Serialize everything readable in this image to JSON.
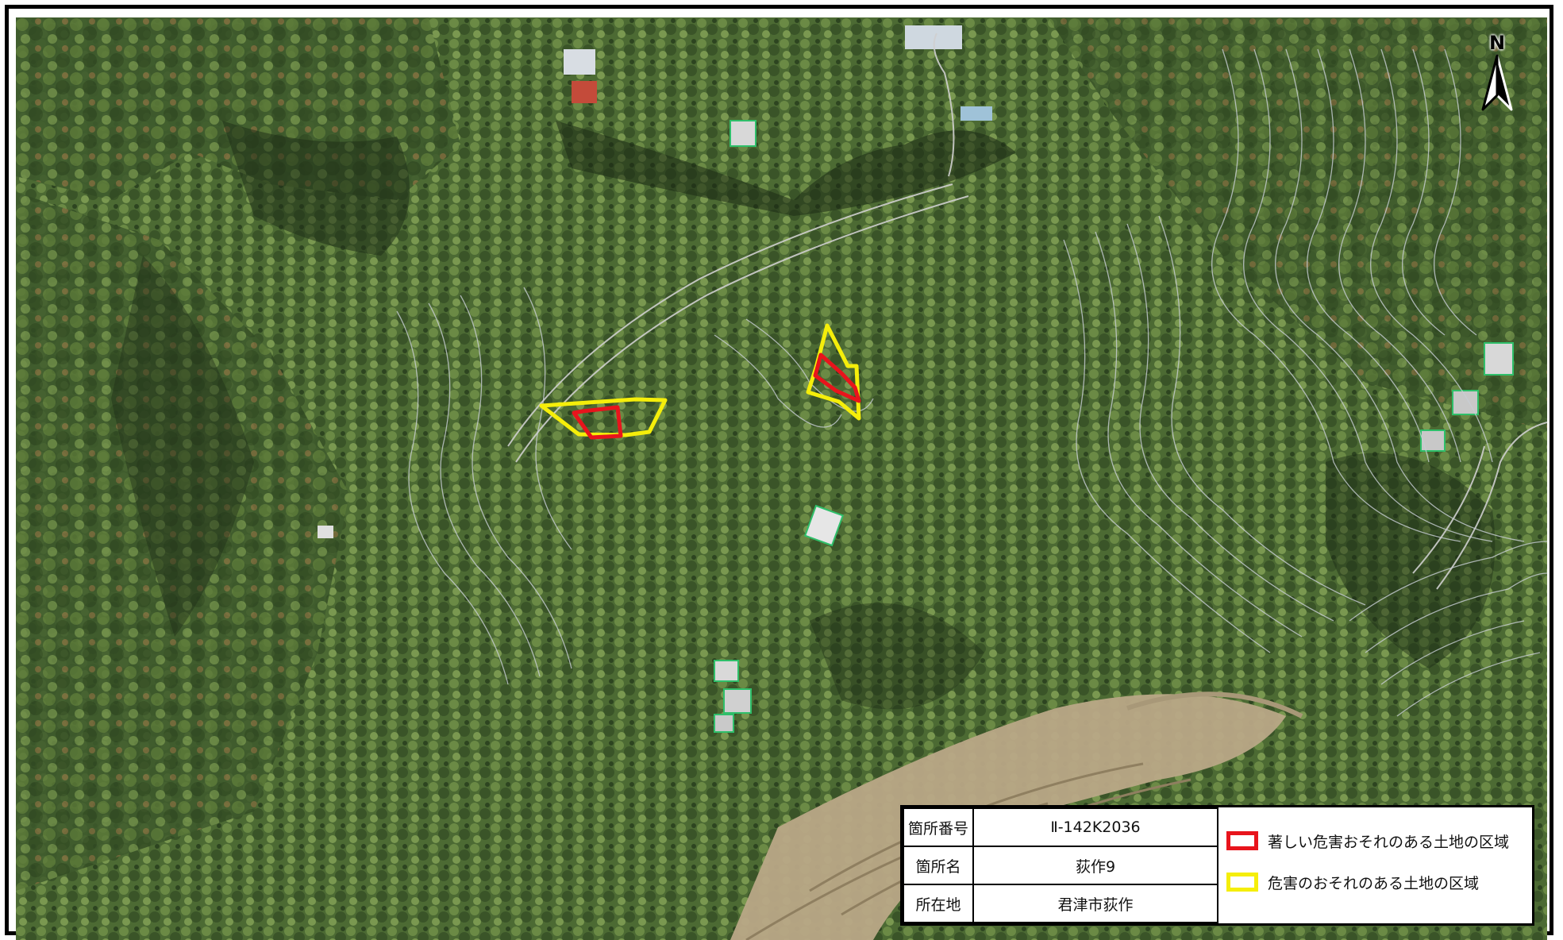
{
  "colors": {
    "severe_zone": "#e8141c",
    "hazard_zone": "#f5ee0a",
    "building_outline": "#2fbf6a",
    "contour": "#c9cfd6"
  },
  "north_arrow": {
    "label": "N",
    "icon": "north-arrow-icon"
  },
  "info_table": {
    "rows": [
      {
        "label": "箇所番号",
        "value": "Ⅱ-142K2036"
      },
      {
        "label": "箇所名",
        "value": "荻作9"
      },
      {
        "label": "所在地",
        "value": "君津市荻作"
      }
    ]
  },
  "legend": {
    "items": [
      {
        "label": "著しい危害おそれのある土地の区域",
        "color": "#e8141c"
      },
      {
        "label": "危害のおそれのある土地の区域",
        "color": "#f5ee0a"
      }
    ]
  }
}
